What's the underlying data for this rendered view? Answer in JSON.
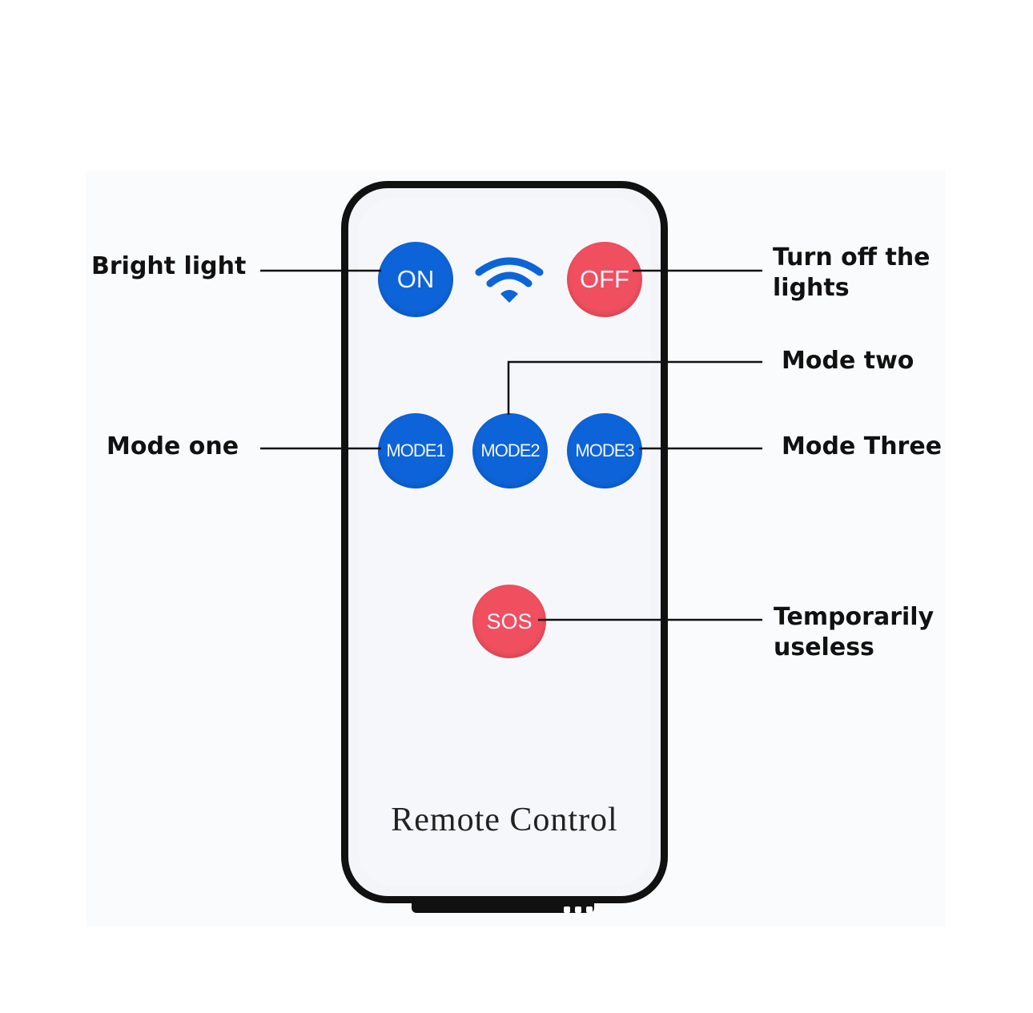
{
  "callouts": {
    "bright_light": "Bright light",
    "turn_off": "Turn off the lights",
    "mode_two": "Mode two",
    "mode_one": "Mode one",
    "mode_three": "Mode Three",
    "temporarily_useless": "Temporarily useless"
  },
  "buttons": {
    "on": "ON",
    "off": "OFF",
    "mode1": "MODE1",
    "mode2": "MODE2",
    "mode3": "MODE3",
    "sos": "SOS"
  },
  "remote": {
    "label": "Remote Control"
  },
  "icons": {
    "signal": "wifi-icon"
  },
  "colors": {
    "blue_button": "#0d64d8",
    "red_button": "#ef4f5f",
    "body_outline": "#111111"
  }
}
